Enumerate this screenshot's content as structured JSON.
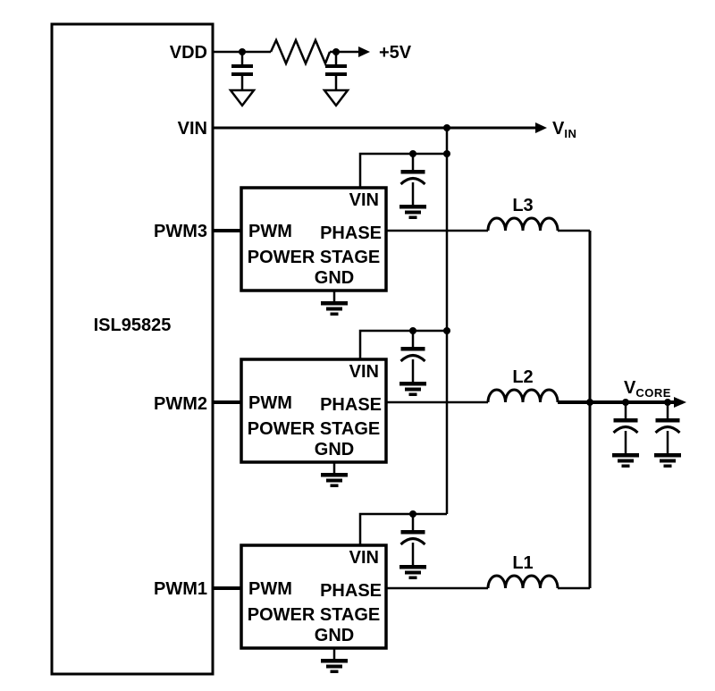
{
  "colors": {
    "ink": "#000000",
    "background": "#ffffff"
  },
  "ic": {
    "part_number": "ISL95825",
    "pins": {
      "vdd": "VDD",
      "vin": "VIN",
      "pwm3": "PWM3",
      "pwm2": "PWM2",
      "pwm1": "PWM1"
    }
  },
  "power_stage": {
    "title": "POWER STAGE",
    "pins": {
      "vin": "VIN",
      "pwm": "PWM",
      "phase": "PHASE",
      "gnd": "GND"
    }
  },
  "inductors": {
    "l1": "L1",
    "l2": "L2",
    "l3": "L3"
  },
  "nets": {
    "supply_5v": "+5V",
    "vin": {
      "base": "V",
      "sub": "IN"
    },
    "vcore": {
      "base": "V",
      "sub": "CORE"
    }
  }
}
